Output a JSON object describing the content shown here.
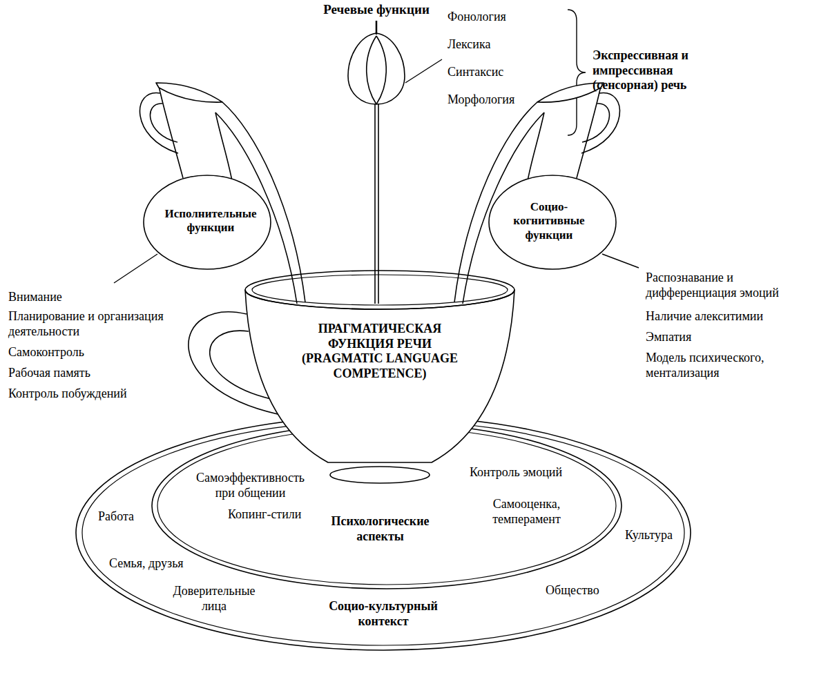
{
  "diagram": {
    "nodes": [
      {
        "text": [
          "Речевые функции"
        ]
      },
      {
        "text": [
          "Исполнительные функции"
        ]
      },
      {
        "text": [
          "Социо-когнитивные функции"
        ]
      },
      {
        "text": [
          "ПРАГМАТИЧЕСКАЯ ФУНКЦИЯ РЕЧИ (PRAGMATIC LANGUAGE COMPETENCE)"
        ]
      },
      {
        "text": [
          "Социо-культурный контекст",
          "Работа",
          "Семья, друзья",
          "Доверительные лица",
          "Культура",
          "Общество"
        ]
      },
      {
        "text": [
          "Психологические аспекты",
          "Самоэффективность при общении",
          "Копинг-стили",
          "Контроль эмоций",
          "Самооценка, темперамент"
        ],
        "in": 4
      }
    ],
    "labels": [
      "Фонология",
      "Лексика",
      "Синтаксис",
      "Морфология",
      "Экспрессивная и импрессивная (сенсорная) речь",
      "Внимание",
      "Планирование и организация деятельности",
      "Самоконтроль",
      "Рабочая память",
      "Контроль побуждений",
      "Распознавание и дифференциация эмоций",
      "Наличие алекситимии",
      "Эмпатия",
      "Модель психического, ментализация"
    ]
  }
}
